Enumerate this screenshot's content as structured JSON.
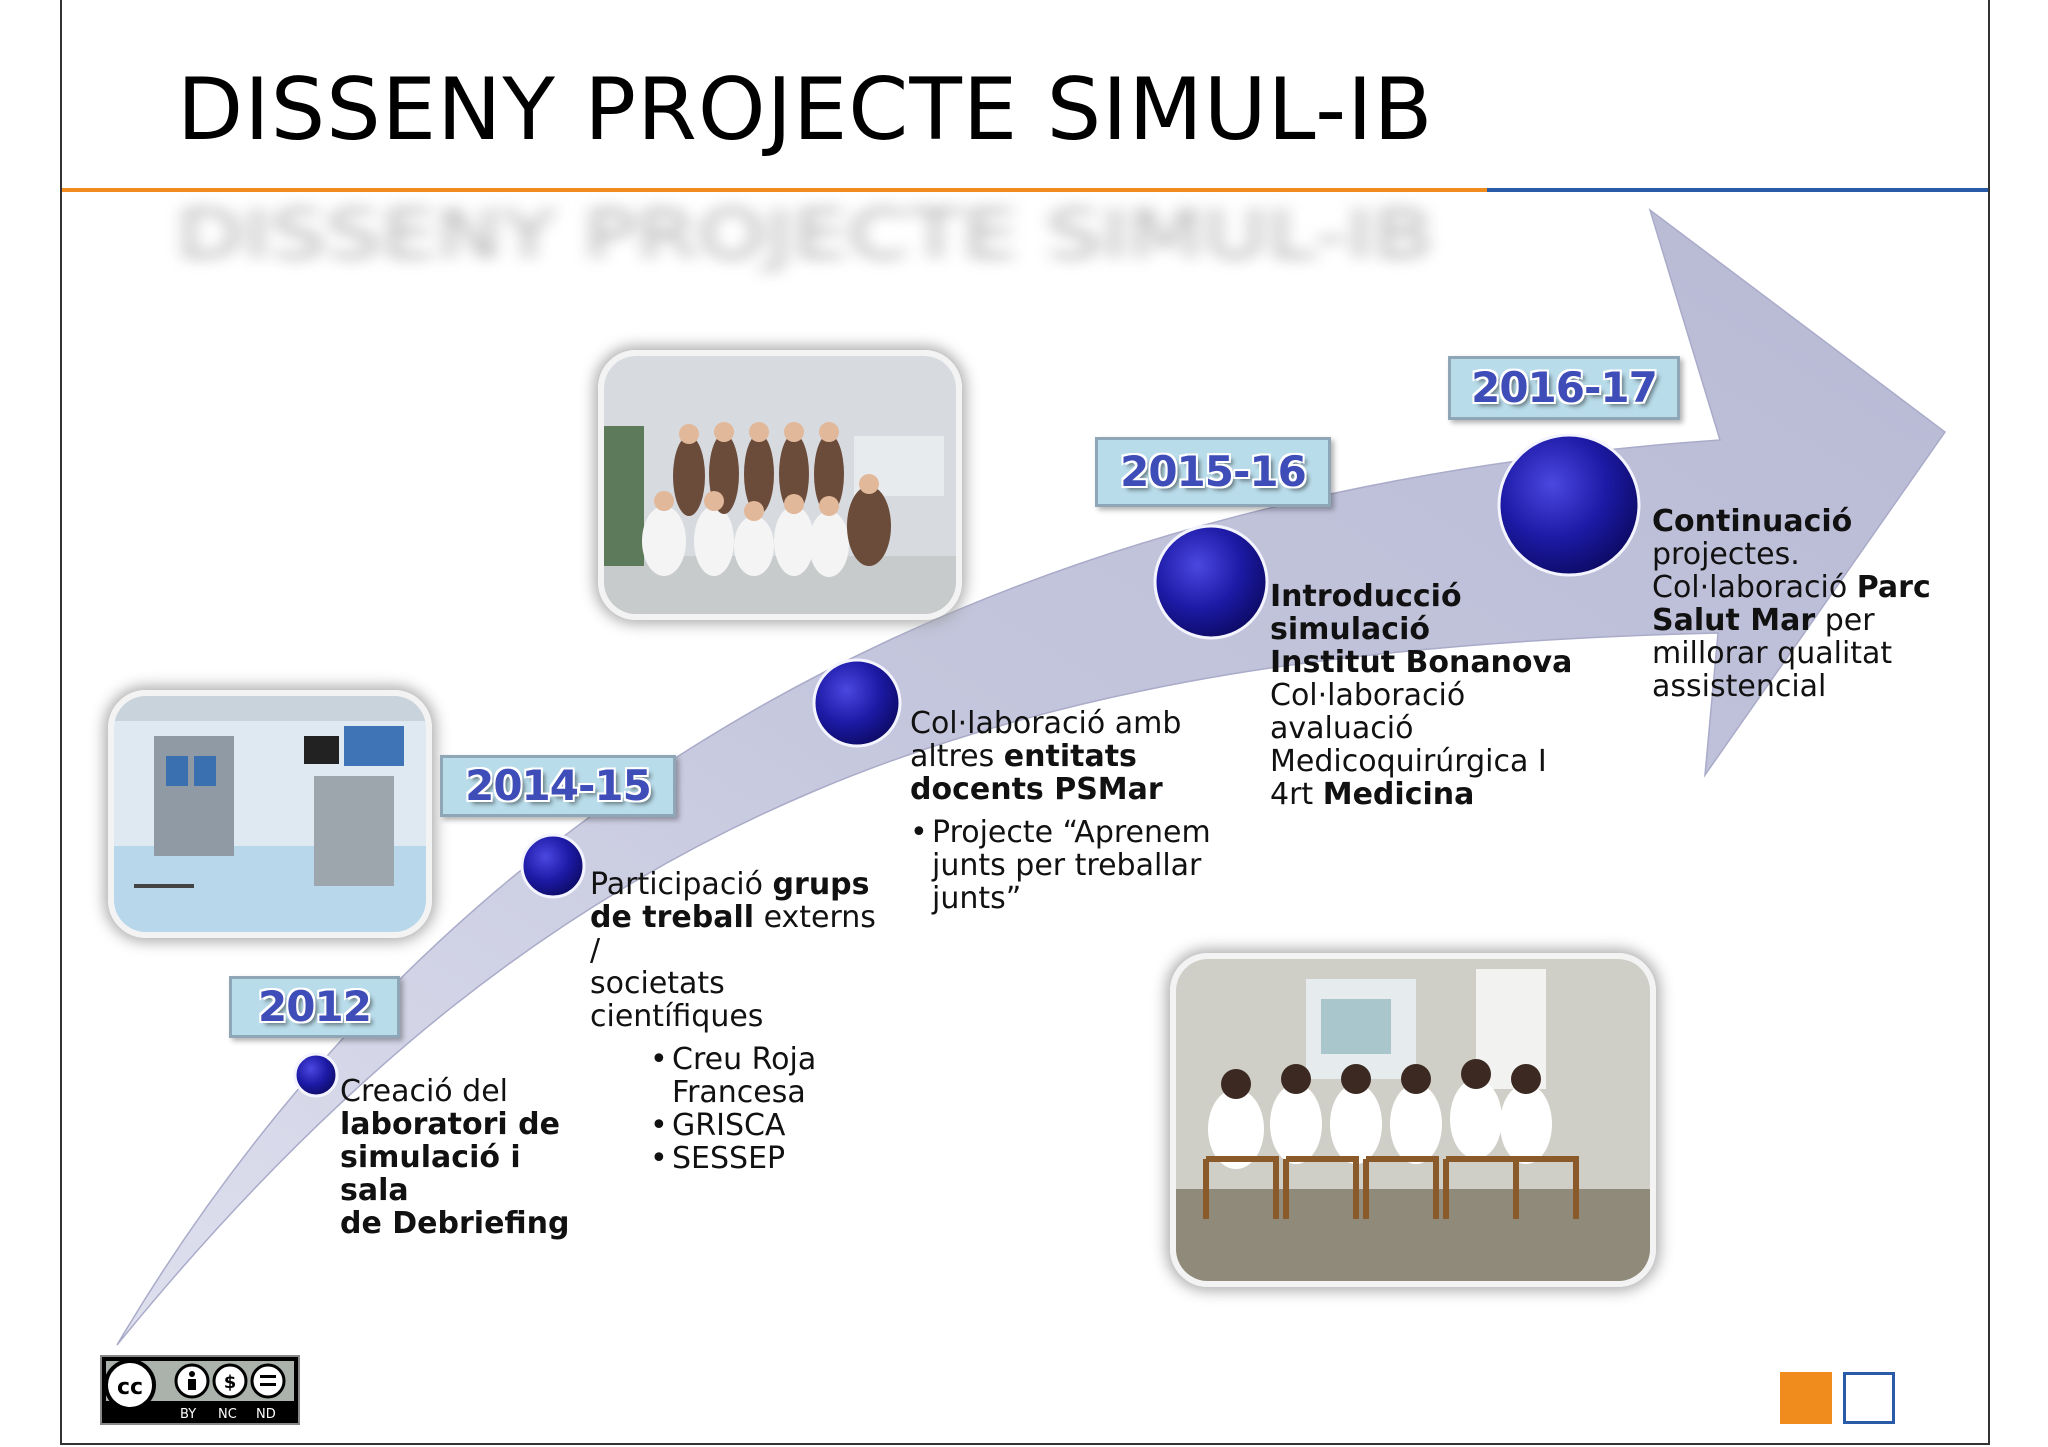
{
  "slide": {
    "title": "DISSENY PROJECTE SIMUL-IB",
    "colors": {
      "orange": "#f08c1e",
      "blue": "#2a5ba8",
      "arrow": "#c7c9df",
      "milestone": "#1d1aa6"
    }
  },
  "milestones": [
    {
      "year": "2012",
      "lines": [
        [
          {
            "t": "Creació del",
            "b": false
          }
        ],
        [
          {
            "t": "laboratori  de",
            "b": true
          }
        ],
        [
          {
            "t": "simulació i sala",
            "b": true
          }
        ],
        [
          {
            "t": "de Debriefing",
            "b": true
          }
        ]
      ],
      "bullets": []
    },
    {
      "year": "2014-15",
      "lines": [
        [
          {
            "t": "Participació ",
            "b": false
          },
          {
            "t": "grups",
            "b": true
          }
        ],
        [
          {
            "t": "de treball",
            "b": true
          },
          {
            "t": " externs /",
            "b": false
          }
        ],
        [
          {
            "t": "societats",
            "b": false
          }
        ],
        [
          {
            "t": "científiques",
            "b": false
          }
        ]
      ],
      "bullets": [
        "Creu Roja Francesa",
        "GRISCA",
        "SESSEP"
      ]
    },
    {
      "year": "",
      "lines": [
        [
          {
            "t": "Col·laboració amb",
            "b": false
          }
        ],
        [
          {
            "t": "altres ",
            "b": false
          },
          {
            "t": "entitats",
            "b": true
          }
        ],
        [
          {
            "t": "docents PSMar",
            "b": true
          }
        ]
      ],
      "bullets": [
        "Projecte “Aprenem junts per treballar junts”"
      ]
    },
    {
      "year": "2015-16",
      "lines": [
        [
          {
            "t": "Introducció simulació",
            "b": true
          }
        ],
        [
          {
            "t": "Institut Bonanova",
            "b": true
          }
        ],
        [
          {
            "t": "Col·laboració",
            "b": false
          }
        ],
        [
          {
            "t": "avaluació",
            "b": false
          }
        ],
        [
          {
            "t": "Medicoquirúrgica I",
            "b": false
          }
        ],
        [
          {
            "t": "4rt ",
            "b": false
          },
          {
            "t": "Medicina",
            "b": true
          }
        ]
      ],
      "bullets": []
    },
    {
      "year": "2016-17",
      "lines": [
        [
          {
            "t": "Continuació",
            "b": true
          }
        ],
        [
          {
            "t": "projectes.",
            "b": false
          }
        ],
        [
          {
            "t": "Col·laboració ",
            "b": false
          },
          {
            "t": "Parc",
            "b": true
          }
        ],
        [
          {
            "t": "Salut Mar",
            "b": true
          },
          {
            "t": " per",
            "b": false
          }
        ],
        [
          {
            "t": "millorar qualitat",
            "b": false
          }
        ],
        [
          {
            "t": "assistencial",
            "b": false
          }
        ]
      ],
      "bullets": []
    }
  ],
  "license": {
    "cc": "cc",
    "labels": [
      "BY",
      "NC",
      "ND"
    ]
  }
}
